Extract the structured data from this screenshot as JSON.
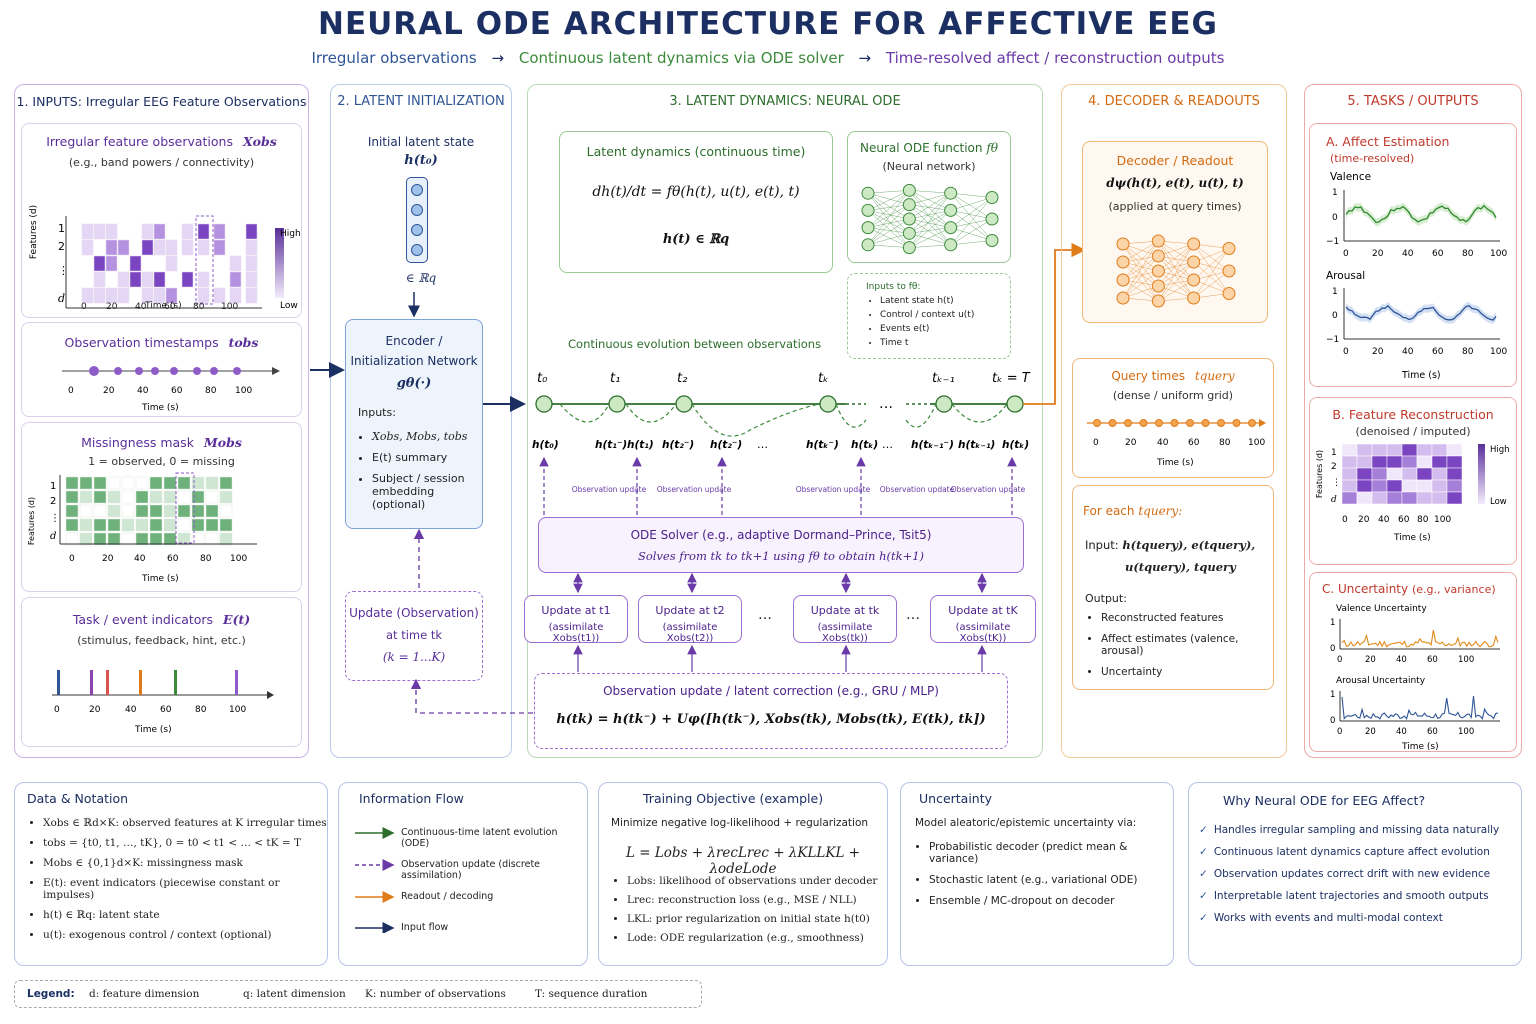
{
  "title": "NEURAL ODE ARCHITECTURE FOR AFFECTIVE EEG",
  "subtitle": {
    "part1": "Irregular observations",
    "part2": "Continuous latent dynamics via ODE solver",
    "part3": "Time-resolved affect / reconstruction outputs",
    "arrow": "→"
  },
  "colors": {
    "navy": "#1c2f63",
    "blue": "#2f5597",
    "purple": "#6a3aa8",
    "green": "#3c8a3c",
    "orange": "#e07b1a",
    "red": "#c0392b"
  },
  "inputs": {
    "header": "1. INPUTS: Irregular EEG Feature Observations",
    "obs_title": "Irregular feature observations",
    "obs_sym": "Xobs",
    "obs_sub": "(e.g., band powers / connectivity)",
    "axis_y": "Features (d)",
    "axis_x": "Time (s)",
    "high": "High",
    "low": "Low",
    "row_labels": [
      "1",
      "2",
      "⋮",
      "d"
    ],
    "ticks": [
      "0",
      "20",
      "40",
      "60",
      "80",
      "100"
    ],
    "ts_title": "Observation timestamps",
    "ts_sym": "tobs",
    "mask_title": "Missingness mask",
    "mask_sym": "Mobs",
    "mask_sub": "1 = observed, 0 = missing",
    "task_title": "Task / event indicators",
    "task_sym": "E(t)",
    "task_sub": "(stimulus, feedback, hint, etc.)"
  },
  "latent_init": {
    "header": "2. LATENT INITIALIZATION",
    "state_title": "Initial latent state",
    "state_sym": "h(t₀)",
    "in_space": "∈ ℝq",
    "enc_title1": "Encoder /",
    "enc_title2": "Initialization Network",
    "enc_sym": "gθ(·)",
    "inputs_label": "Inputs:",
    "inputs": [
      "Xobs, Mobs, tobs",
      "E(t) summary",
      "Subject / session embedding (optional)"
    ],
    "update_title": "Update (Observation)",
    "update_at": "at time tk",
    "update_k": "(k = 1...K)"
  },
  "dynamics": {
    "header": "3. LATENT DYNAMICS: NEURAL ODE",
    "eq_title": "Latent dynamics (continuous time)",
    "eq_main": "dh(t)/dt = fθ(h(t), u(t), e(t), t)",
    "eq_space": "h(t) ∈ ℝq",
    "nn_title": "Neural ODE function",
    "nn_sym": "fθ",
    "nn_sub": "(Neural network)",
    "f_inputs_title": "Inputs to fθ:",
    "f_inputs": [
      "Latent state  h(t)",
      "Control / context  u(t)",
      "Events  e(t)",
      "Time  t"
    ],
    "cont_label": "Continuous evolution between observations",
    "time_labels": [
      "t₀",
      "t₁",
      "t₂",
      "tₖ",
      "tₖ₋₁",
      "tₖ = T"
    ],
    "h_labels": [
      "h(t₀)",
      "h(t₁⁻)",
      "h(t₁)",
      "h(t₂⁻)",
      "h(tₖ⁻)",
      "h(tₖ)",
      "h(tₖ₋₁⁻)",
      "h(tₖ₋₁)",
      "h(tₖ)"
    ],
    "obs_update": "Observation update",
    "ellipsis": "…",
    "solver_title": "ODE Solver (e.g., adaptive Dormand–Prince, Tsit5)",
    "solver_sub": "Solves from tk to tk+1 using fθ to obtain h(tk+1)",
    "updates": [
      {
        "title": "Update at t1",
        "sub": "(assimilate Xobs(t1))"
      },
      {
        "title": "Update at t2",
        "sub": "(assimilate Xobs(t2))"
      },
      {
        "title": "Update at tk",
        "sub": "(assimilate Xobs(tk))"
      },
      {
        "title": "Update at tK",
        "sub": "(assimilate Xobs(tK))"
      }
    ],
    "corr_title": "Observation update / latent correction (e.g., GRU / MLP)",
    "corr_eq": "h(tk) = h(tk⁻) + Uφ([h(tk⁻), Xobs(tk), Mobs(tk), E(tk), tk])"
  },
  "decoder": {
    "header": "4. DECODER & READOUTS",
    "title": "Decoder / Readout",
    "sym": "dψ(h(t), e(t), u(t), t)",
    "sub": "(applied at query times)",
    "query_title": "Query times",
    "query_sym": "tquery",
    "query_sub": "(dense / uniform grid)",
    "ticks": [
      "0",
      "20",
      "40",
      "60",
      "80",
      "100"
    ],
    "axis_x": "Time (s)",
    "for_each": "For each",
    "for_each_sym": "tquery:",
    "input_label": "Input:",
    "input_line1": "h(tquery), e(tquery),",
    "input_line2": "u(tquery), tquery",
    "output_label": "Output:",
    "outputs": [
      "Reconstructed features",
      "Affect estimates (valence, arousal)",
      "Uncertainty"
    ]
  },
  "tasks": {
    "header": "5. TASKS / OUTPUTS",
    "a_title": "A. Affect Estimation",
    "a_sub": "(time-resolved)",
    "valence": "Valence",
    "arousal": "Arousal",
    "y_ticks": [
      "1",
      "0",
      "−1"
    ],
    "x_ticks": [
      "0",
      "20",
      "40",
      "60",
      "80",
      "100"
    ],
    "axis_x": "Time (s)",
    "b_title": "B. Feature Reconstruction",
    "b_sub": "(denoised / imputed)",
    "b_axis_y": "Features (d)",
    "b_rows": [
      "1",
      "2",
      "⋮",
      "d"
    ],
    "b_ticks": [
      "0",
      "20",
      "40",
      "60",
      "80",
      "100"
    ],
    "high": "High",
    "low": "Low",
    "c_title": "C. Uncertainty",
    "c_sub": "(e.g., variance)",
    "val_unc": "Valence Uncertainty",
    "aro_unc": "Arousal Uncertainty",
    "c_yticks": [
      "1",
      "0"
    ],
    "c_xticks": [
      "0",
      "20",
      "40",
      "60",
      "100"
    ]
  },
  "notation": {
    "title": "Data & Notation",
    "items": [
      "Xobs ∈ ℝd×K: observed features at K irregular times",
      "tobs = {t0, t1, …, tK},  0 = t0 < t1 < … < tK = T",
      "Mobs ∈ {0,1}d×K: missingness mask",
      "E(t): event indicators (piecewise constant or impulses)",
      "h(t) ∈ ℝq: latent state",
      "u(t): exogenous control / context (optional)"
    ]
  },
  "flow": {
    "title": "Information Flow",
    "items": [
      "Continuous-time latent evolution (ODE)",
      "Observation update (discrete assimilation)",
      "Readout / decoding",
      "Input flow"
    ]
  },
  "training": {
    "title": "Training Objective (example)",
    "intro": "Minimize negative log-likelihood + regularization",
    "eq": "L = Lobs + λrecLrec + λKLLKL + λodeLode",
    "items": [
      "Lobs: likelihood of observations under decoder",
      "Lrec: reconstruction loss (e.g., MSE / NLL)",
      "LKL: prior regularization on initial state h(t0)",
      "Lode: ODE regularization (e.g., smoothness)"
    ]
  },
  "uncertainty": {
    "title": "Uncertainty",
    "intro": "Model aleatoric/epistemic uncertainty via:",
    "items": [
      "Probabilistic decoder (predict mean & variance)",
      "Stochastic latent (e.g., variational ODE)",
      "Ensemble / MC-dropout on decoder"
    ]
  },
  "why": {
    "title": "Why Neural ODE for EEG Affect?",
    "check": "✓",
    "items": [
      "Handles irregular sampling and missing data naturally",
      "Continuous latent dynamics capture affect evolution",
      "Observation updates correct drift with new evidence",
      "Interpretable latent trajectories and smooth outputs",
      "Works with events and multi-modal context"
    ]
  },
  "legend": {
    "label": "Legend:",
    "items": [
      "d: feature dimension",
      "q: latent dimension",
      "K: number of observations",
      "T: sequence duration"
    ]
  }
}
